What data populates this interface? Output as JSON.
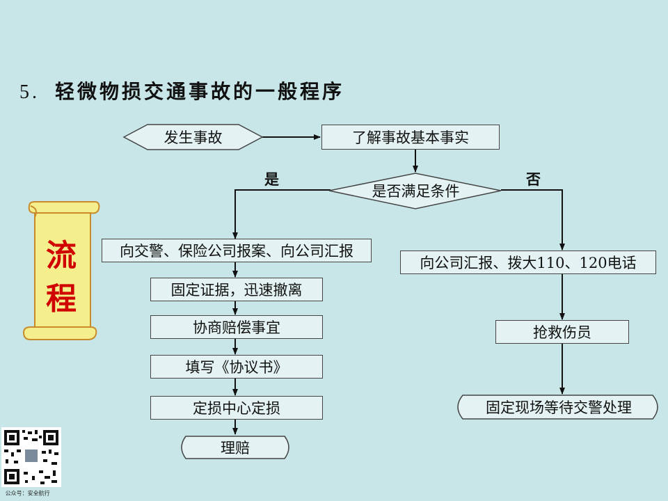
{
  "title": {
    "number": "5.",
    "text": "轻微物损交通事故的一般程序"
  },
  "nodes": {
    "occur": "发生事故",
    "learn": "了解事故基本事实",
    "decision": "是否满足条件",
    "yes_label": "是",
    "no_label": "否",
    "yes_steps": [
      "向交警、保险公司报案、向公司汇报",
      "固定证据，迅速撤离",
      "协商赔偿事宜",
      "填写《协议书》",
      "定损中心定损"
    ],
    "yes_end": "理赔",
    "no_steps": [
      "向公司汇报、拨大110、120电话",
      "抢救伤员"
    ],
    "no_end": "固定现场等待交警处理"
  },
  "scroll": {
    "line1": "流",
    "line2": "程"
  },
  "qr_caption": "公众号：安全航行",
  "colors": {
    "background": "#c8e6e8",
    "box_fill": "#e4f2f3",
    "scroll_fill": "#f4ee8c",
    "scroll_text": "#d00000"
  }
}
